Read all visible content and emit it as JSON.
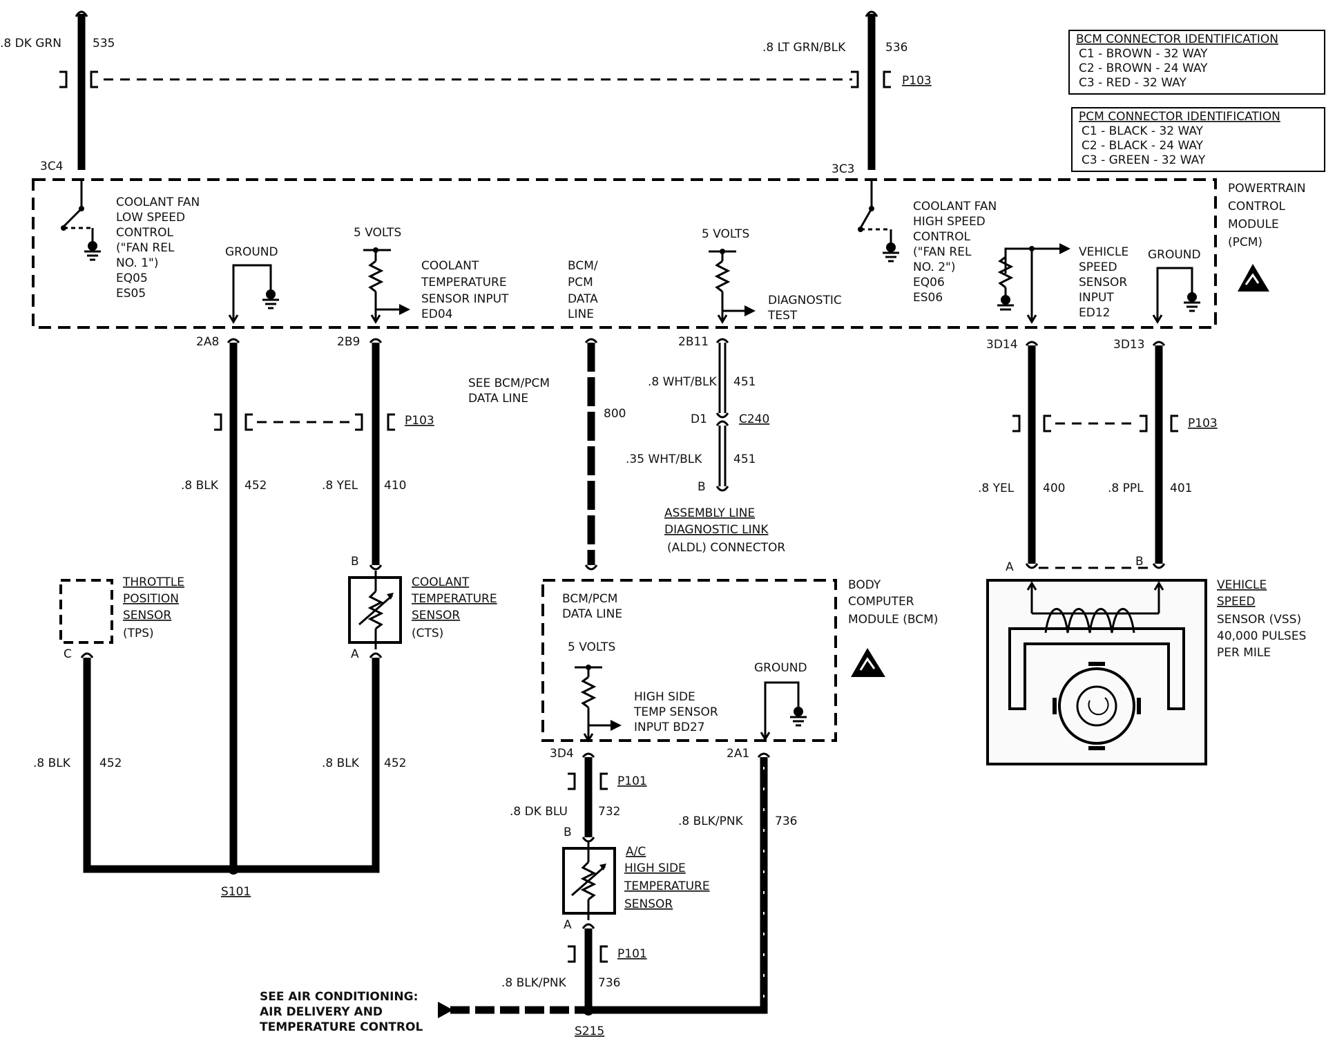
{
  "bcm_id": {
    "title": "BCM CONNECTOR IDENTIFICATION",
    "lines": [
      "C1 - BROWN - 32 WAY",
      "C2 - BROWN - 24 WAY",
      "C3 - RED - 32 WAY"
    ]
  },
  "pcm_id": {
    "title": "PCM CONNECTOR IDENTIFICATION",
    "lines": [
      "C1 - BLACK - 32 WAY",
      "C2 - BLACK - 24 WAY",
      "C3 - GREEN - 32 WAY"
    ]
  },
  "pcm": {
    "name": [
      "POWERTRAIN",
      "CONTROL",
      "MODULE",
      "(PCM)"
    ],
    "low_fan": [
      "COOLANT FAN",
      "LOW SPEED",
      "CONTROL",
      "(\"FAN REL",
      "NO. 1\")",
      "EQ05",
      "ES05"
    ],
    "high_fan": [
      "COOLANT FAN",
      "HIGH SPEED",
      "CONTROL",
      "(\"FAN REL",
      "NO. 2\")",
      "EQ06",
      "ES06"
    ],
    "ground_left": "GROUND",
    "ground_right": "GROUND",
    "volts_1": "5 VOLTS",
    "volts_2": "5 VOLTS",
    "cts_input": [
      "COOLANT",
      "TEMPERATURE",
      "SENSOR INPUT",
      "ED04"
    ],
    "data_line": [
      "BCM/",
      "PCM",
      "DATA",
      "LINE"
    ],
    "diag": [
      "DIAGNOSTIC",
      "TEST"
    ],
    "vss_input": [
      "VEHICLE",
      "SPEED",
      "SENSOR",
      "INPUT",
      "ED12"
    ]
  },
  "top_wires": {
    "left": {
      "color": ".8 DK GRN",
      "circuit": "535",
      "pin": "3C4"
    },
    "right": {
      "color": ".8 LT GRN/BLK",
      "circuit": "536",
      "pin": "3C3",
      "connector": "P103"
    }
  },
  "pins": {
    "p2a8": "2A8",
    "p2b9": "2B9",
    "p2b11": "2B11",
    "p3d14": "3D14",
    "p3d13": "3D13"
  },
  "wires": {
    "blk452": {
      "color": ".8 BLK",
      "circuit": "452"
    },
    "yel410": {
      "color": ".8 YEL",
      "circuit": "410"
    },
    "see_bcm": [
      "SEE BCM/PCM",
      "DATA LINE"
    ],
    "c800": "800",
    "wht_blk_1": {
      "color": ".8 WHT/BLK",
      "circuit": "451"
    },
    "d1": "D1",
    "c240": "C240",
    "wht_blk_2": {
      "color": ".35 WHT/BLK",
      "circuit": "451"
    },
    "b_aldl": "B",
    "aldl": [
      "ASSEMBLY LINE",
      "DIAGNOSTIC LINK",
      "(ALDL) CONNECTOR"
    ],
    "yel400": {
      "color": ".8 YEL",
      "circuit": "400"
    },
    "ppl401": {
      "color": ".8 PPL",
      "circuit": "401"
    },
    "p103_a": "P103",
    "p103_b": "P103",
    "blk452_b": {
      "color": ".8 BLK",
      "circuit": "452"
    },
    "blk452_c": {
      "color": ".8 BLK",
      "circuit": "452"
    },
    "s101": "S101"
  },
  "tps": {
    "label": [
      "THROTTLE",
      "POSITION",
      "SENSOR",
      "(TPS)"
    ],
    "pin": "C"
  },
  "cts": {
    "label": [
      "COOLANT",
      "TEMPERATURE",
      "SENSOR",
      "(CTS)"
    ],
    "pin_top": "B",
    "pin_bottom": "A"
  },
  "bcm": {
    "name": [
      "BODY",
      "COMPUTER",
      "MODULE (BCM)"
    ],
    "data_line": [
      "BCM/PCM",
      "DATA LINE"
    ],
    "volts": "5 VOLTS",
    "input": [
      "HIGH SIDE",
      "TEMP SENSOR",
      "INPUT BD27"
    ],
    "ground": "GROUND",
    "pin_left": "3D4",
    "pin_right": "2A1"
  },
  "lower": {
    "p101_a": "P101",
    "dkblu": {
      "color": ".8 DK BLU",
      "circuit": "732"
    },
    "blkpnk_r": {
      "color": ".8 BLK/PNK",
      "circuit": "736"
    },
    "ac_sensor": [
      "A/C",
      "HIGH SIDE",
      "TEMPERATURE",
      "SENSOR"
    ],
    "ac_pin_top": "B",
    "ac_pin_bottom": "A",
    "p101_b": "P101",
    "blkpnk_l": {
      "color": ".8 BLK/PNK",
      "circuit": "736"
    },
    "see_ac": [
      "SEE AIR CONDITIONING:",
      "AIR DELIVERY AND",
      "TEMPERATURE CONTROL"
    ],
    "s215": "S215"
  },
  "vss": {
    "label": [
      "VEHICLE",
      "SPEED",
      "SENSOR (VSS)",
      "40,000 PULSES",
      "PER MILE"
    ],
    "pin_a": "A",
    "pin_b": "B"
  }
}
